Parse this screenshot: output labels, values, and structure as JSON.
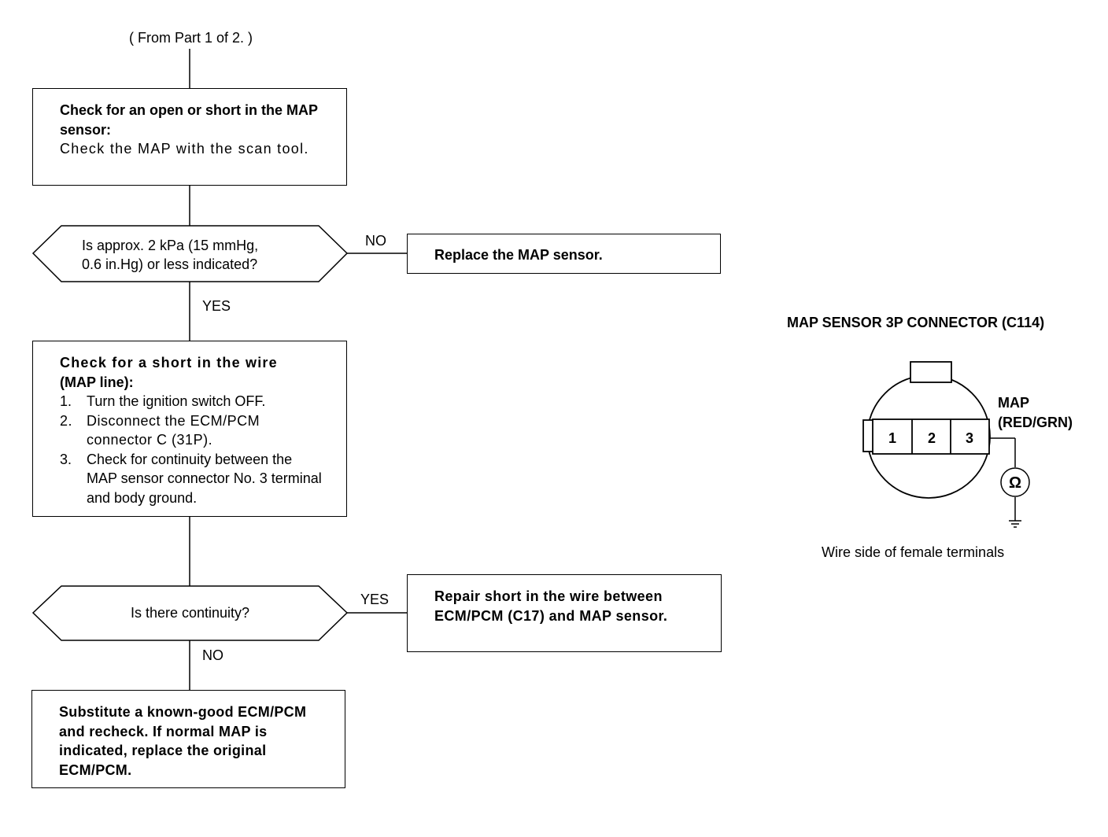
{
  "flowchart": {
    "from_label": "( From Part 1 of 2. )",
    "step1": {
      "title": "Check for an open or short in the MAP sensor:",
      "body": "Check the MAP with the scan tool."
    },
    "decision1": {
      "question_line1": "Is approx. 2 kPa (15 mmHg,",
      "question_line2": "0.6 in.Hg) or less indicated?",
      "no_label": "NO",
      "yes_label": "YES"
    },
    "replace_box": "Replace the MAP sensor.",
    "step2": {
      "title_line1": "Check for a short in the wire",
      "title_line2": "(MAP line):",
      "items": [
        {
          "num": "1.",
          "text": "Turn the ignition switch OFF."
        },
        {
          "num": "2.",
          "text": "Disconnect the ECM/PCM connector C (31P)."
        },
        {
          "num": "3.",
          "text": "Check for continuity between the MAP sensor connector No. 3 terminal and body ground."
        }
      ]
    },
    "decision2": {
      "question": "Is there continuity?",
      "yes_label": "YES",
      "no_label": "NO"
    },
    "repair_box": "Repair short in the wire between ECM/PCM (C17) and MAP sensor.",
    "final_box": "Substitute a known-good ECM/PCM and recheck. If normal MAP is indicated, replace the original ECM/PCM."
  },
  "connector": {
    "title": "MAP SENSOR 3P CONNECTOR (C114)",
    "terminals": [
      "1",
      "2",
      "3"
    ],
    "wire_label_line1": "MAP",
    "wire_label_line2": "(RED/GRN)",
    "meter_symbol": "Ω",
    "caption": "Wire side of female terminals"
  }
}
